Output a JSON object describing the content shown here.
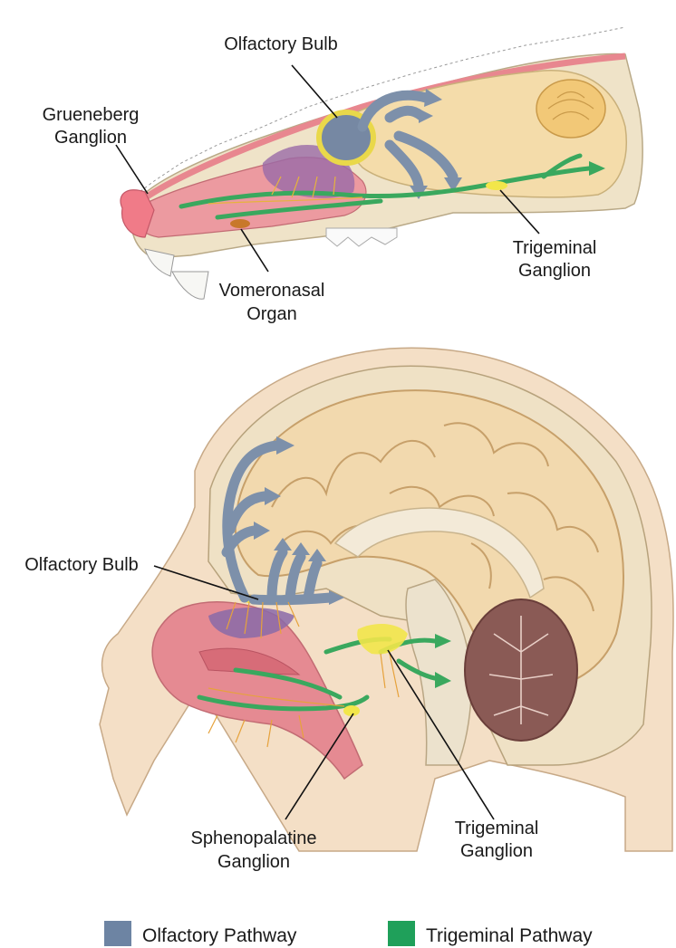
{
  "labels": {
    "rodent_olfactory_bulb": "Olfactory Bulb",
    "grueneberg_line1": "Grueneberg",
    "grueneberg_line2": "Ganglion",
    "vomeronasal_line1": "Vomeronasal",
    "vomeronasal_line2": "Organ",
    "rodent_trigeminal_line1": "Trigeminal",
    "rodent_trigeminal_line2": "Ganglion",
    "human_olfactory_bulb": "Olfactory Bulb",
    "sphenopalatine_line1": "Sphenopalatine",
    "sphenopalatine_line2": "Ganglion",
    "human_trigeminal_line1": "Trigeminal",
    "human_trigeminal_line2": "Ganglion"
  },
  "legend": [
    {
      "label": "Olfactory Pathway",
      "color": "#6d84a3"
    },
    {
      "label": "Trigeminal Pathway",
      "color": "#1fa05a"
    }
  ],
  "colors": {
    "skin": "#f3dcc0",
    "bone": "#efe3c8",
    "brain": "#f0d9b0",
    "cerebellum": "#8a5a55",
    "nasal_mucosa": "#e58a92",
    "olfactory_pathway": "#6d84a3",
    "trigeminal_pathway": "#3aa85e",
    "ganglion": "#f2e64a",
    "nerve": "#e6a23c",
    "respiratory_epithelium": "#7b5a9a"
  }
}
